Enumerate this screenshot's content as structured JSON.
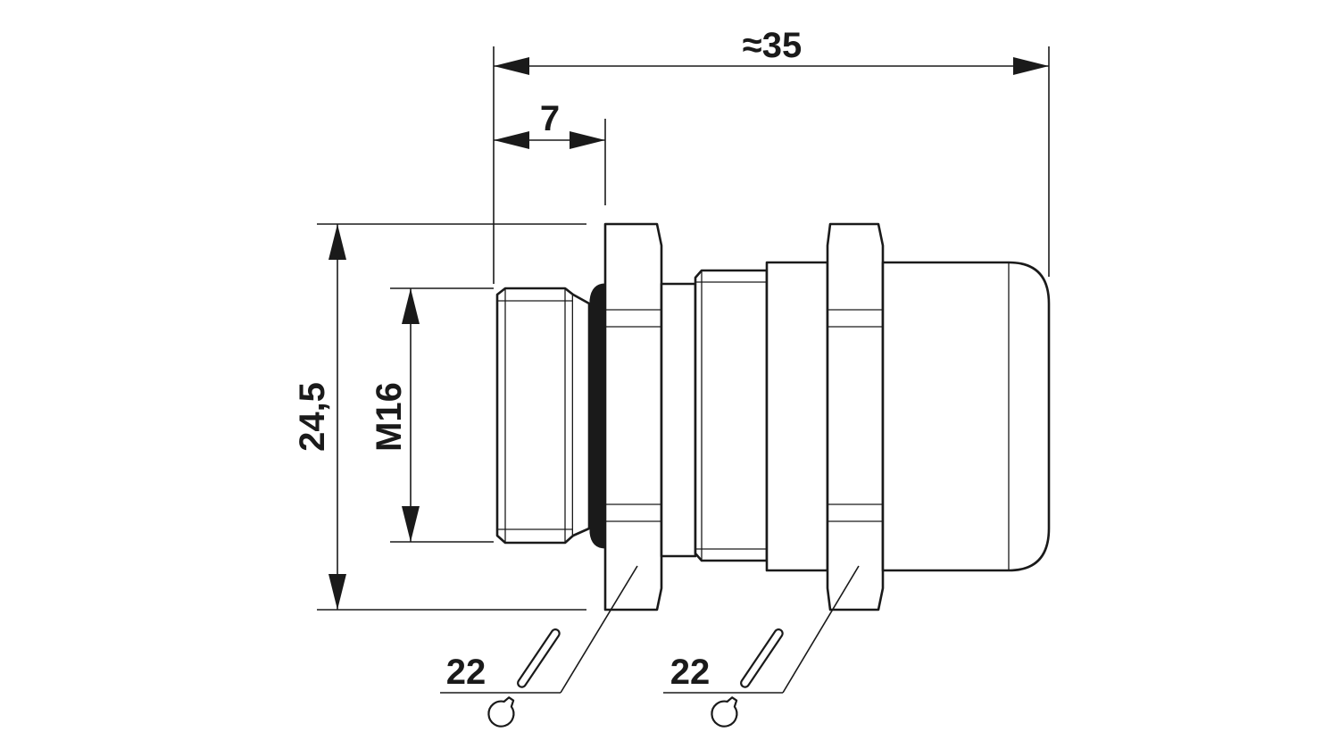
{
  "drawing": {
    "dimensions": {
      "overall_length": "≈35",
      "thread_length": "7",
      "flange_height": "24,5",
      "thread_size": "M16"
    },
    "wrench_sizes": [
      "22",
      "22"
    ]
  }
}
